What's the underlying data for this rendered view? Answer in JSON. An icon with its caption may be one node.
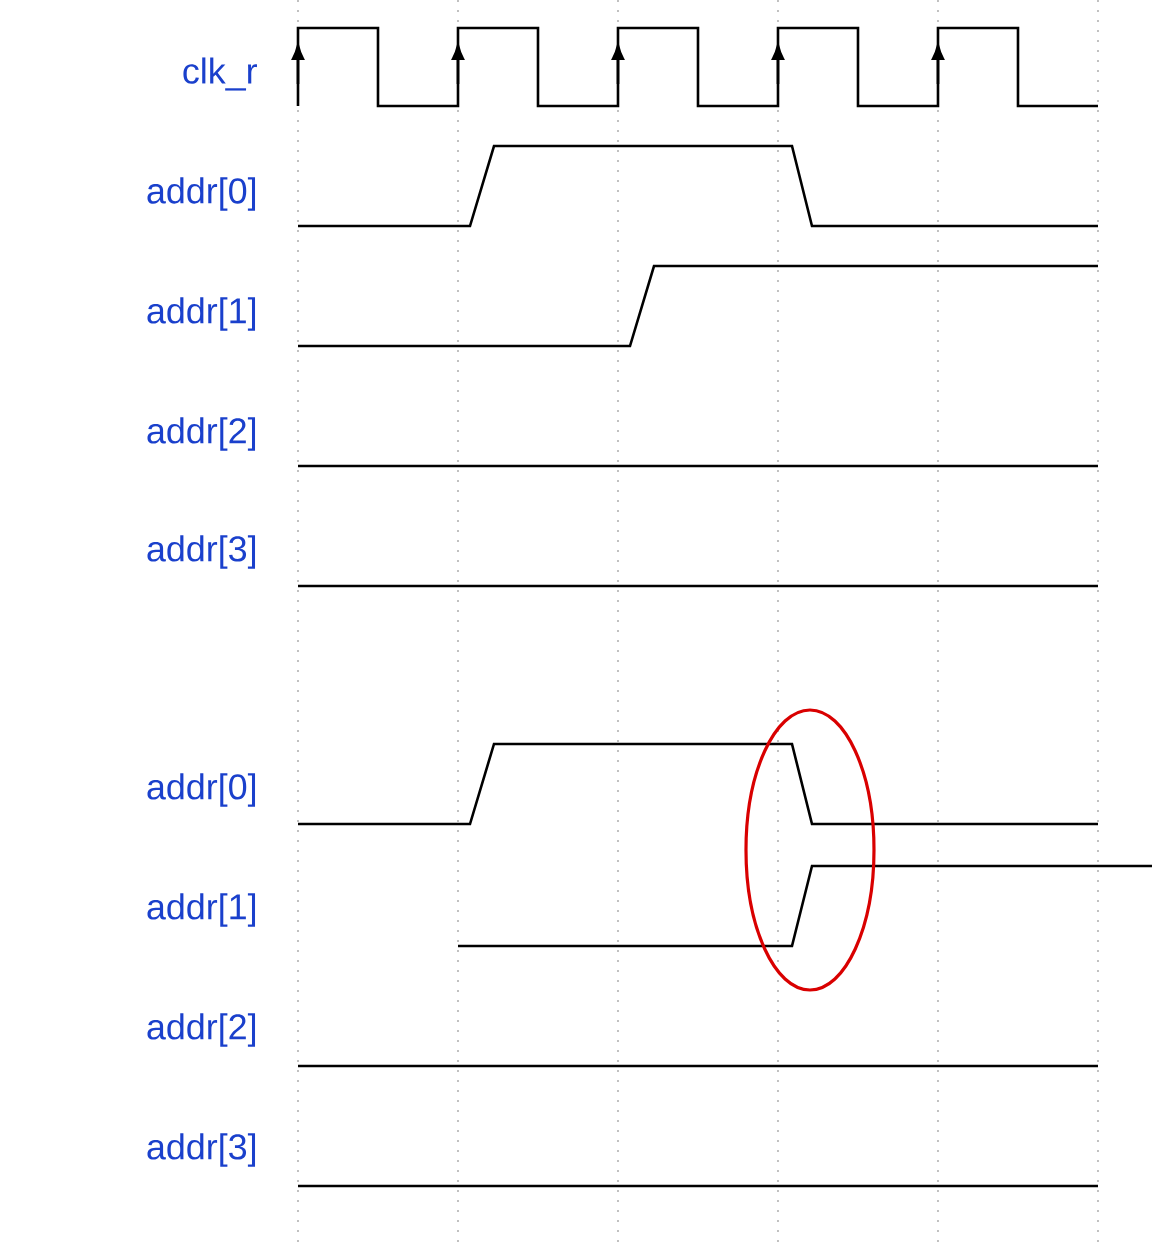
{
  "diagram": {
    "labels": [
      "clk_r",
      "addr[0]",
      "addr[1]",
      "addr[2]",
      "addr[3]",
      "addr[0]",
      "addr[1]",
      "addr[2]",
      "addr[3]"
    ]
  }
}
